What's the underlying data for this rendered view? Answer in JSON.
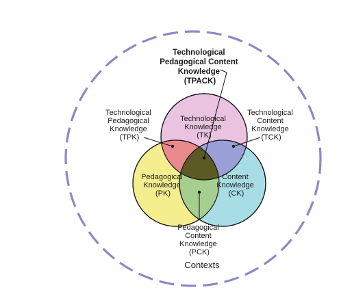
{
  "colors": {
    "context_ring": "#8b88c8",
    "tk": "#e9c3df",
    "pk": "#f4ee8f",
    "ck": "#a9dde6",
    "tpk": "#e9888d",
    "tck": "#9a9fd8",
    "pck": "#a6cf8f",
    "tpack": "#5b5a25"
  },
  "circles": {
    "tk": [
      "Technological",
      "Knowledge",
      "(TK)"
    ],
    "pk": [
      "Pedagogical",
      "Knowledge",
      "(PK)"
    ],
    "ck": [
      "Content",
      "Knowledge",
      "(CK)"
    ]
  },
  "callouts": {
    "tpack": [
      "Technological",
      "Pedagogical Content",
      "Knowledge",
      "(TPACK)"
    ],
    "tpk": [
      "Technological",
      "Pedagogical",
      "Knowledge",
      "(TPK)"
    ],
    "tck": [
      "Technological",
      "Content",
      "Knowledge",
      "(TCK)"
    ],
    "pck": [
      "Pedagogical",
      "Content",
      "Knowledge",
      "(PCK)"
    ]
  },
  "context_label": "Contexts"
}
